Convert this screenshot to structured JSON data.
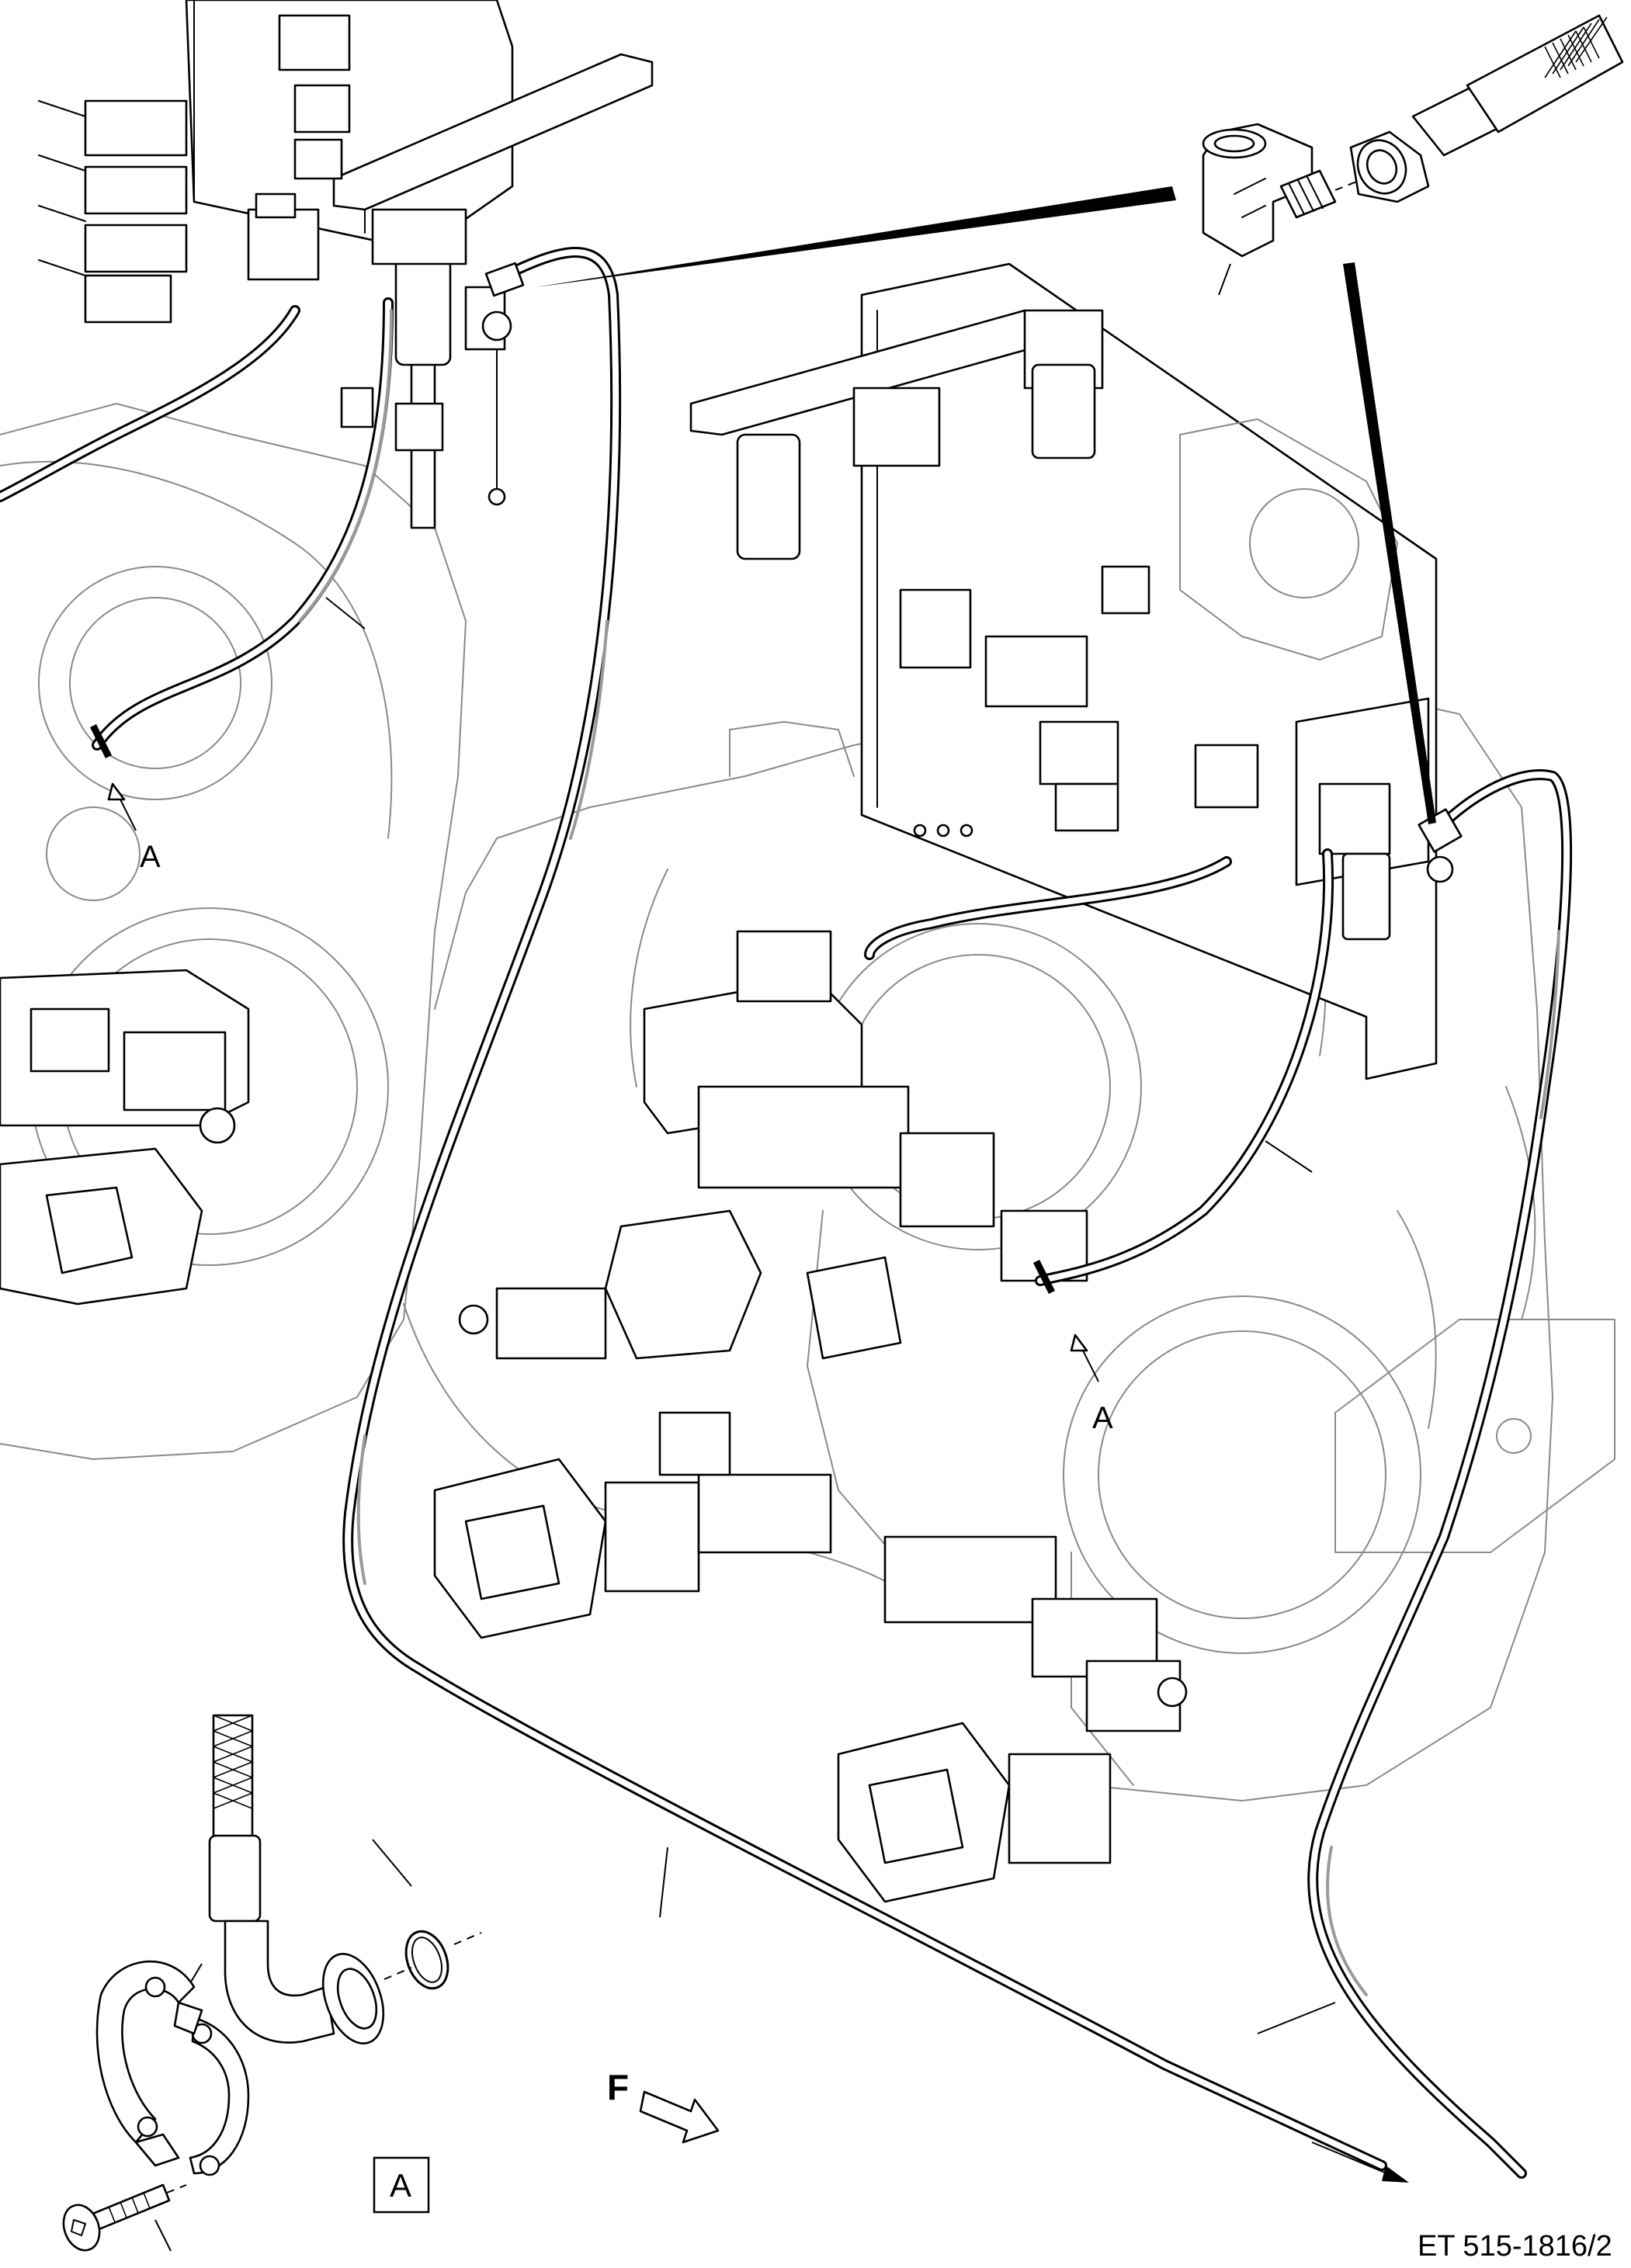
{
  "labels": {
    "marker_a_left": "A",
    "marker_a_right": "A",
    "detail_box": "A",
    "direction": "F"
  },
  "document_number": "ET 515-1816/2"
}
